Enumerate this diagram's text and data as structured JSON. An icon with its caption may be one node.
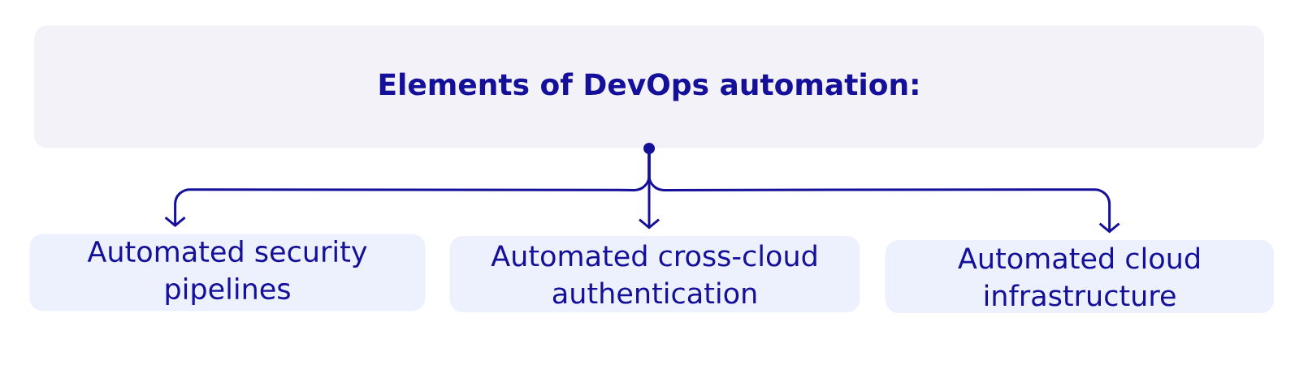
{
  "diagram": {
    "nodes": [
      {
        "text": [
          "Elements of DevOps automation:"
        ]
      },
      {
        "text": [
          "Automated security pipelines"
        ]
      },
      {
        "text": [
          "Automated cross-cloud authentication"
        ]
      },
      {
        "text": [
          "Automated cloud infrastructure"
        ]
      }
    ],
    "edges": [
      {
        "from": 0,
        "to": 1,
        "arrow": "to"
      },
      {
        "from": 0,
        "to": 2,
        "arrow": "to"
      },
      {
        "from": 0,
        "to": 3,
        "arrow": "to"
      }
    ]
  }
}
